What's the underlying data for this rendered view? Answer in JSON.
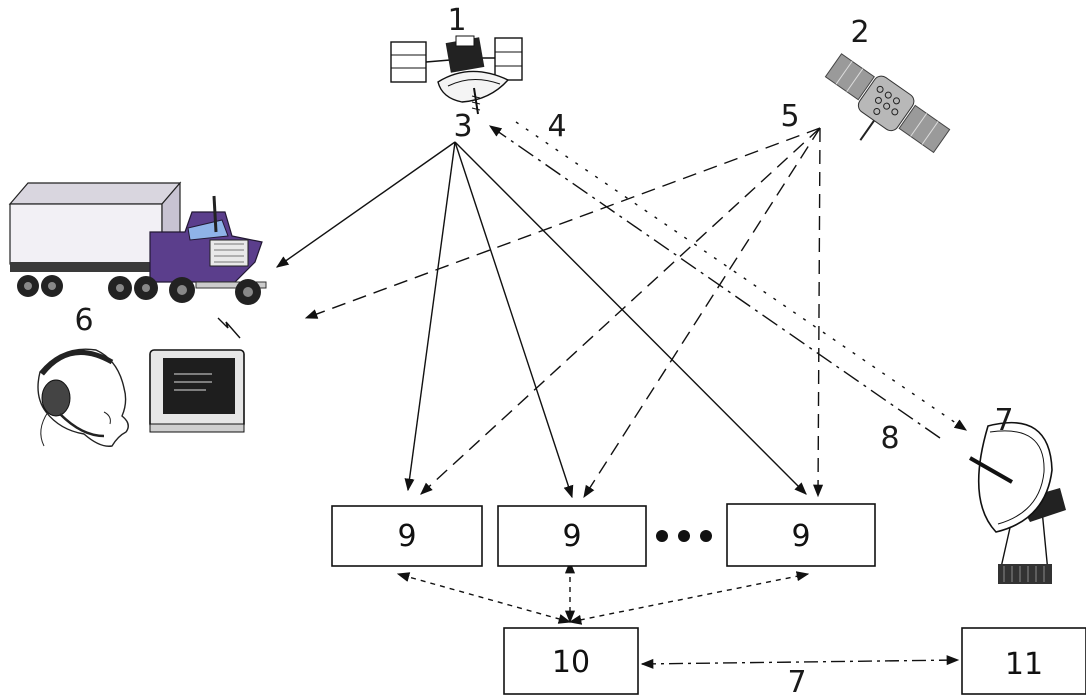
{
  "labels": {
    "satellite_1": "1",
    "satellite_2": "2",
    "signal_3": "3",
    "signal_4": "4",
    "signal_5": "5",
    "vehicle_6": "6",
    "antenna_7": "7",
    "link_7": "7",
    "link_8": "8",
    "reference_station": "9",
    "control_center": "10",
    "uplink_station": "11"
  },
  "reference_stations": [
    "9",
    "9",
    "9"
  ],
  "ellipsis": "•••",
  "colors": {
    "line": "#111111",
    "truck_cab": "#5b3e8c",
    "truck_trailer": "#f2f0f5",
    "satellite_panel": "#9a9a9a"
  }
}
